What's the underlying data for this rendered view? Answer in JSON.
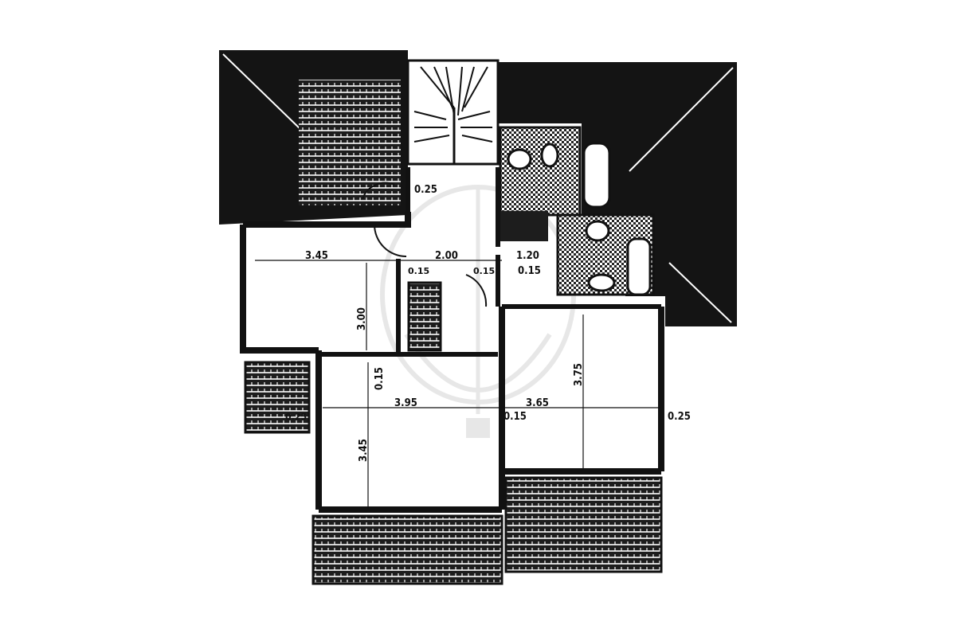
{
  "colors": {
    "ink": "#111111",
    "paper": "#ffffff",
    "hatch": "#2a2a2a",
    "watermark": "#d9d9d9"
  },
  "dimensions": {
    "top_stair_025": "0.25",
    "room_left_width": "3.45",
    "hall_width": "2.00",
    "bath_width": "1.20",
    "wall_a": "0.15",
    "wall_b": "0.15",
    "wall_c": "0.15",
    "room_left_depth": "3.00",
    "room_center_wall": "0.15",
    "room_bottom_left_width": "3.95",
    "room_bottom_right_width": "3.65",
    "room_bottom_right_depth": "3.75",
    "wall_d": "0.15",
    "right_025": "0.25",
    "room_bottom_left_depth": "3.45",
    "balcony_mark": "0.25"
  },
  "icons": [
    "stair-icon",
    "door-swing-icon",
    "bathtub-icon",
    "toilet-icon",
    "sink-icon",
    "watermark-balloon-icon"
  ]
}
